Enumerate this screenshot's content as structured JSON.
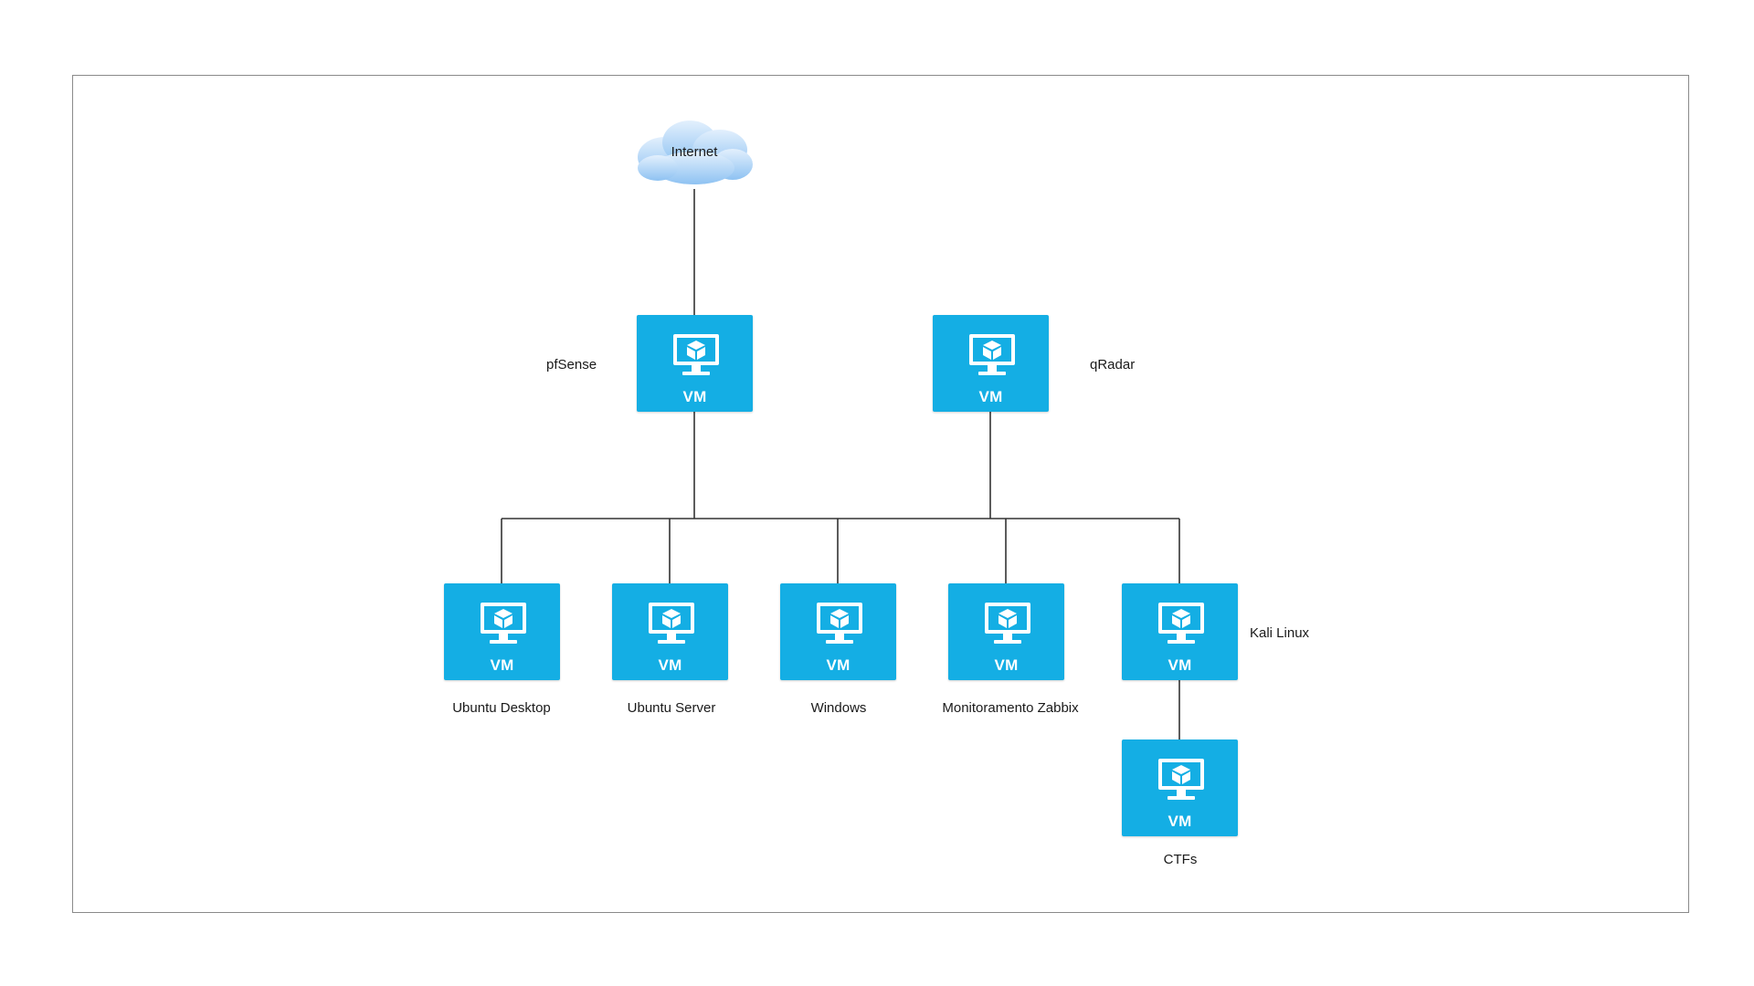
{
  "diagram": {
    "internet_label": "Internet",
    "vm_tag": "VM",
    "nodes": {
      "pfsense": "pfSense",
      "qradar": "qRadar",
      "ubuntu_desktop": "Ubuntu Desktop",
      "ubuntu_server": "Ubuntu Server",
      "windows": "Windows",
      "zabbix": "Monitoramento Zabbix",
      "kali": "Kali Linux",
      "ctfs": "CTFs"
    }
  },
  "colors": {
    "vm_fill": "#14aee4",
    "connector": "#333333",
    "cloud_light": "#e3f0fd",
    "cloud_dark": "#8ec2f2"
  },
  "icons": [
    "cloud-icon",
    "monitor-icon",
    "cube-icon"
  ]
}
